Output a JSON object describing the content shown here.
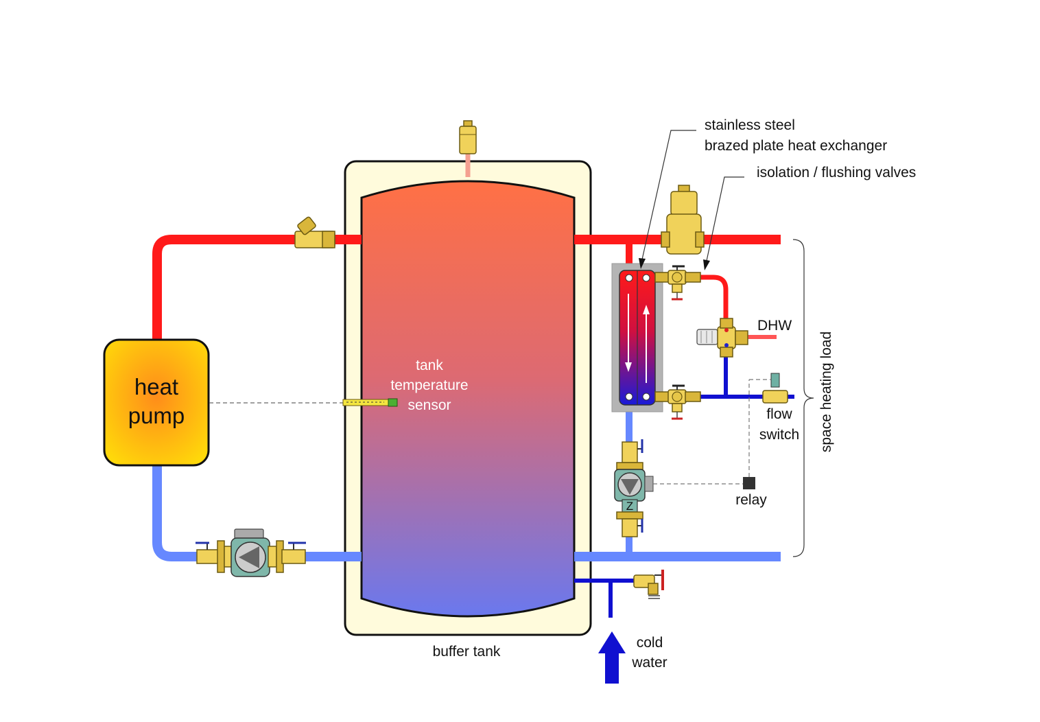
{
  "labels": {
    "heat_pump_line1": "heat",
    "heat_pump_line2": "pump",
    "sensor_line1": "tank",
    "sensor_line2": "temperature",
    "sensor_line3": "sensor",
    "buffer_tank": "buffer tank",
    "hx_line1": "stainless steel",
    "hx_line2": "brazed plate heat exchanger",
    "isolation_valves": "isolation / flushing valves",
    "dhw": "DHW",
    "flow_line1": "flow",
    "flow_line2": "switch",
    "relay": "relay",
    "space_heating": "space heating load",
    "cold_line1": "cold",
    "cold_line2": "water",
    "pump_letter": "Z"
  },
  "colors": {
    "hot_pipe": "#ff1a1a",
    "cool_pipe": "#6688ff",
    "dhw_cold_pipe": "#1010d0",
    "tank_top": "#ff7045",
    "tank_bottom": "#6a78ee",
    "tank_jacket": "#fffbdc",
    "brass": "#f0d25a",
    "pump_body": "#7fb7aa",
    "hx_frame": "#b4b4b4"
  }
}
